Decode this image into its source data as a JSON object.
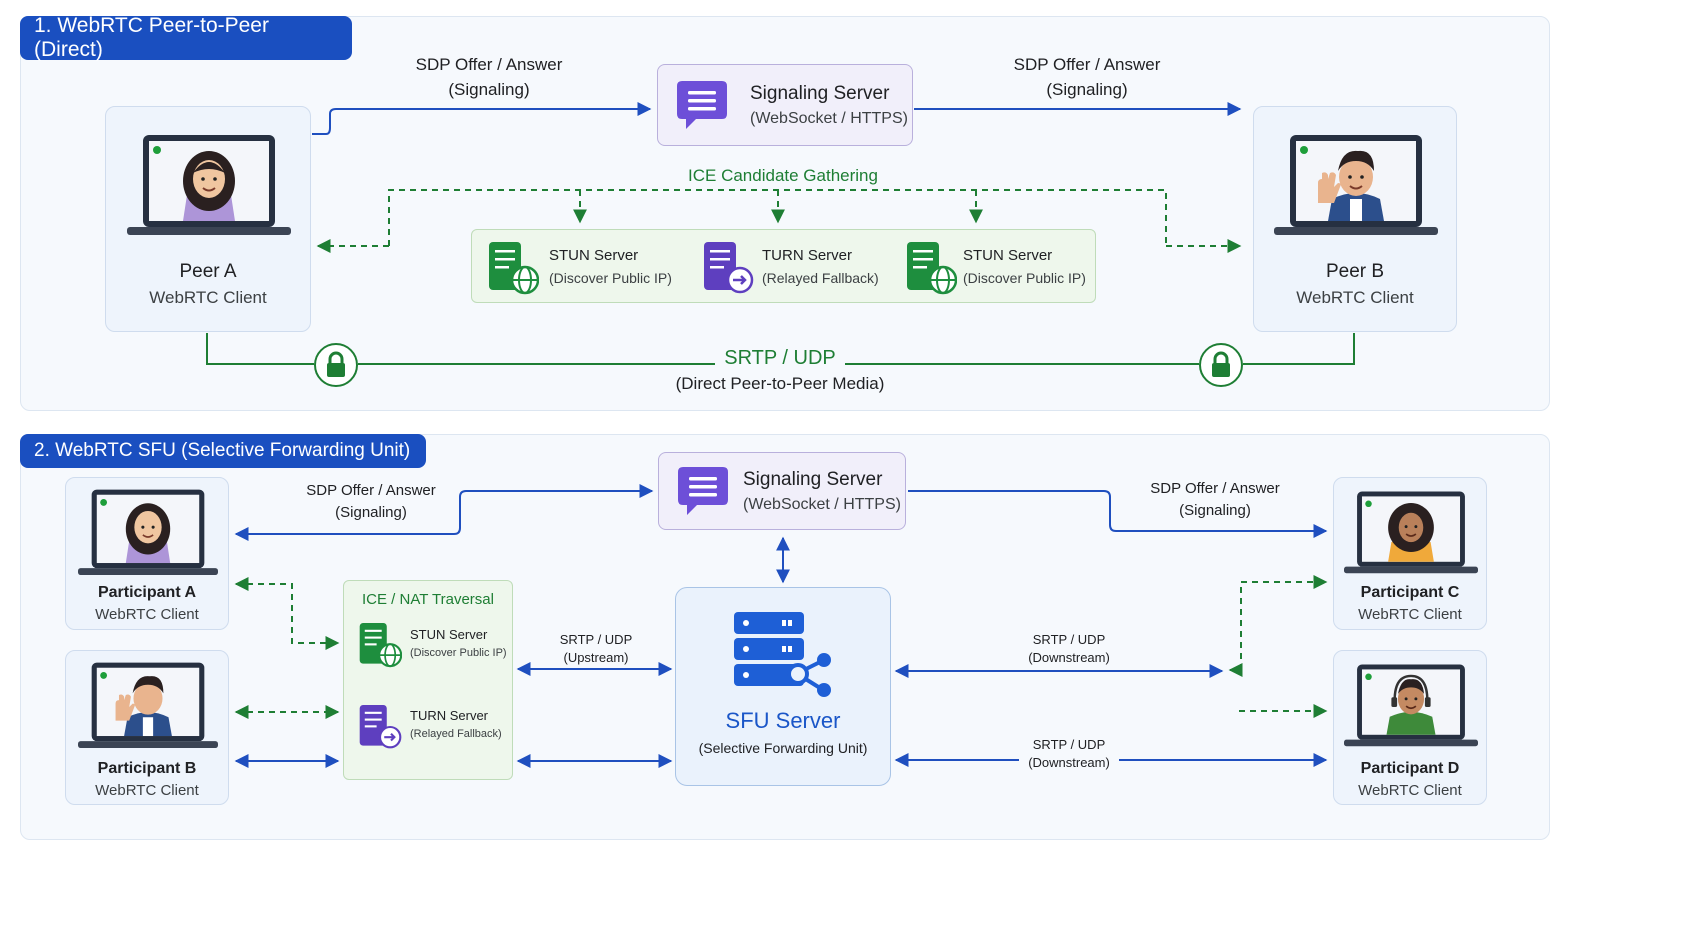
{
  "section1": {
    "title": "1.  WebRTC Peer-to-Peer (Direct)",
    "sdp_left": {
      "line1": "SDP Offer / Answer",
      "line2": "(Signaling)"
    },
    "sdp_right": {
      "line1": "SDP Offer / Answer",
      "line2": "(Signaling)"
    },
    "signaling": {
      "title": "Signaling Server",
      "subtitle": "(WebSocket / HTTPS)"
    },
    "ice_label": "ICE Candidate Gathering",
    "servers": [
      {
        "name": "STUN Server",
        "desc": "(Discover Public IP)"
      },
      {
        "name": "TURN Server",
        "desc": "(Relayed Fallback)"
      },
      {
        "name": "STUN Server",
        "desc": "(Discover Public IP)"
      }
    ],
    "peer_a": {
      "name": "Peer A",
      "role": "WebRTC Client"
    },
    "peer_b": {
      "name": "Peer B",
      "role": "WebRTC Client"
    },
    "media": {
      "label": "SRTP / UDP",
      "sub": "(Direct Peer-to-Peer Media)"
    }
  },
  "section2": {
    "title": "2. WebRTC SFU (Selective Forwarding Unit)",
    "signaling": {
      "title": "Signaling Server",
      "subtitle": "(WebSocket / HTTPS)"
    },
    "sdp_left": {
      "line1": "SDP Offer / Answer",
      "line2": "(Signaling)"
    },
    "sdp_right": {
      "line1": "SDP Offer / Answer",
      "line2": "(Signaling)"
    },
    "ice": {
      "title": "ICE / NAT Traversal",
      "stun": {
        "name": "STUN Server",
        "desc": "(Discover Public IP)"
      },
      "turn": {
        "name": "TURN Server",
        "desc": "(Relayed Fallback)"
      }
    },
    "sfu": {
      "title": "SFU Server",
      "subtitle": "(Selective Forwarding Unit)"
    },
    "upstream": {
      "line1": "SRTP / UDP",
      "line2": "(Upstream)"
    },
    "downstream_top": {
      "line1": "SRTP / UDP",
      "line2": "(Downstream)"
    },
    "downstream_bottom": {
      "line1": "SRTP / UDP",
      "line2": "(Downstream)"
    },
    "participants": [
      {
        "name": "Participant A",
        "role": "WebRTC Client"
      },
      {
        "name": "Participant B",
        "role": "WebRTC Client"
      },
      {
        "name": "Participant C",
        "role": "WebRTC Client"
      },
      {
        "name": "Participant D",
        "role": "WebRTC Client"
      }
    ]
  },
  "colors": {
    "brand_blue": "#1a4fc0",
    "signal_blue": "#1f4fbf",
    "ice_green": "#1e7e34",
    "signal_purple": "#6d4fd8"
  }
}
